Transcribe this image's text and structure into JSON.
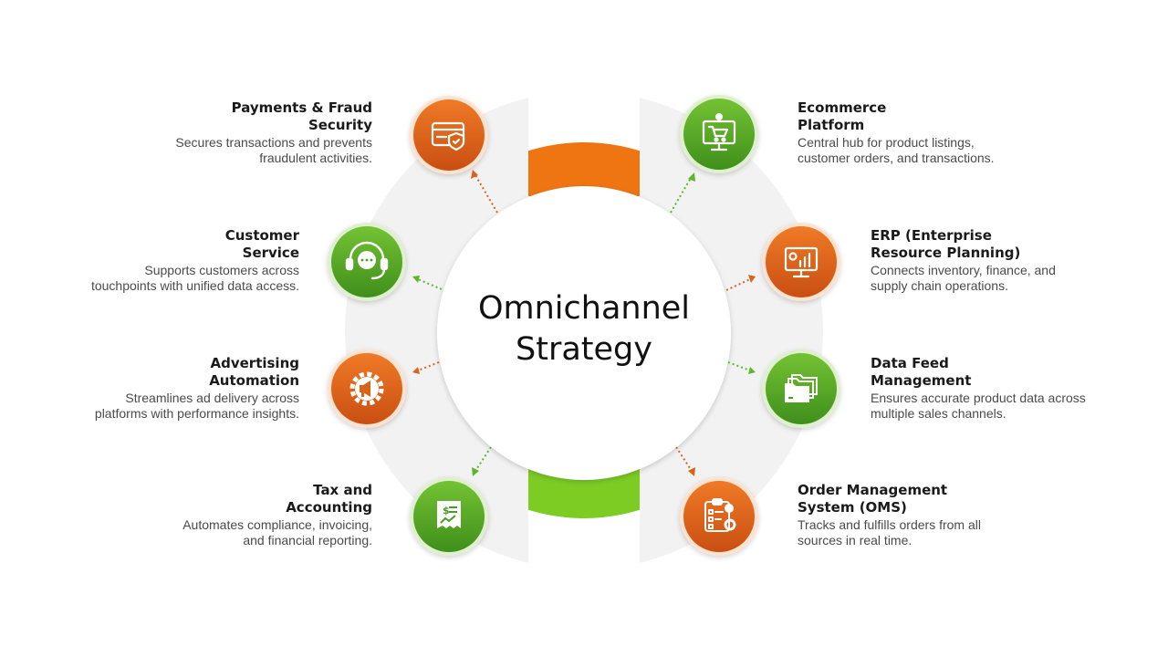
{
  "center": {
    "line1": "Omnichannel",
    "line2": "Strategy"
  },
  "colors": {
    "orange": "#e8681c",
    "green": "#5fb52a",
    "ring": "#f2f2f2"
  },
  "nodes": [
    {
      "id": "payments",
      "side": "left",
      "color": "orange",
      "icon": "credit-card-shield-icon",
      "title1": "Payments & Fraud",
      "title2": "Security",
      "desc1": "Secures transactions and prevents",
      "desc2": "fraudulent activities."
    },
    {
      "id": "customer-service",
      "side": "left",
      "color": "green",
      "icon": "headset-chat-icon",
      "title1": "Customer",
      "title2": "Service",
      "desc1": "Supports customers across",
      "desc2": "touchpoints with unified data access."
    },
    {
      "id": "advertising",
      "side": "left",
      "color": "orange",
      "icon": "megaphone-gear-icon",
      "title1": "Advertising",
      "title2": "Automation",
      "desc1": "Streamlines ad delivery across",
      "desc2": "platforms with performance insights."
    },
    {
      "id": "tax",
      "side": "left",
      "color": "green",
      "icon": "invoice-chart-icon",
      "title1": "Tax and",
      "title2": "Accounting",
      "desc1": "Automates compliance, invoicing,",
      "desc2": "and financial reporting."
    },
    {
      "id": "ecommerce",
      "side": "right",
      "color": "green",
      "icon": "monitor-cart-icon",
      "title1": "Ecommerce",
      "title2": "Platform",
      "desc1": "Central hub for product listings,",
      "desc2": "customer orders, and transactions."
    },
    {
      "id": "erp",
      "side": "right",
      "color": "orange",
      "icon": "monitor-analytics-icon",
      "title1": "ERP (Enterprise",
      "title2": "Resource Planning)",
      "desc1": "Connects inventory, finance, and",
      "desc2": "supply chain operations."
    },
    {
      "id": "data-feed",
      "side": "right",
      "color": "green",
      "icon": "folders-icon",
      "title1": "Data Feed",
      "title2": "Management",
      "desc1": "Ensures accurate product data across",
      "desc2": "multiple sales channels."
    },
    {
      "id": "oms",
      "side": "right",
      "color": "orange",
      "icon": "clipboard-checklist-icon",
      "title1": "Order Management",
      "title2": "System (OMS)",
      "desc1": "Tracks and fulfills orders from all",
      "desc2": "sources in real time."
    }
  ]
}
